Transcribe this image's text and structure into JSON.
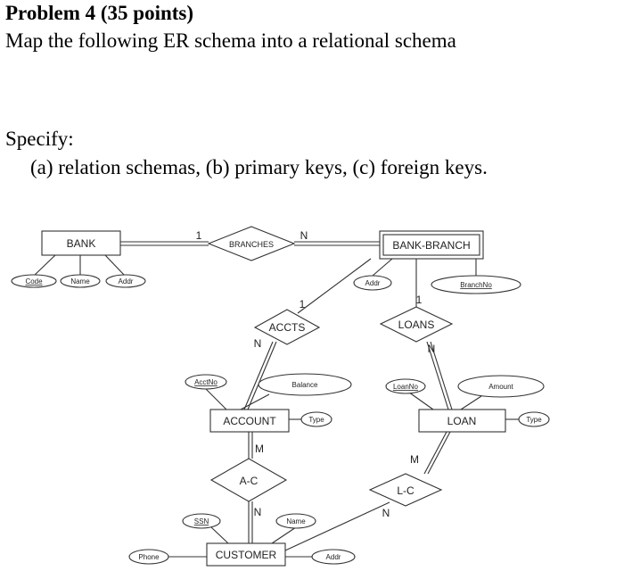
{
  "problem": {
    "title": "Problem 4 (35 points)",
    "subtitle": "Map the following ER schema into a relational schema",
    "specify": "Specify:",
    "items": "(a) relation schemas, (b) primary keys, (c) foreign keys."
  },
  "diagram": {
    "entities": {
      "bank": "BANK",
      "bank_branch": "BANK-BRANCH",
      "account": "ACCOUNT",
      "loan": "LOAN",
      "customer": "CUSTOMER"
    },
    "relationships": {
      "branches": "BRANCHES",
      "accts": "ACCTS",
      "loans": "LOANS",
      "a_c": "A-C",
      "l_c": "L-C"
    },
    "attributes": {
      "bank_code": "Code",
      "bank_name": "Name",
      "bank_addr": "Addr",
      "branch_addr": "Addr",
      "branch_no": "BranchNo",
      "acct_no": "AcctNo",
      "balance": "Balance",
      "account_type": "Type",
      "loan_no": "LoanNo",
      "amount": "Amount",
      "loan_type": "Type",
      "ssn": "SSN",
      "customer_name": "Name",
      "phone": "Phone",
      "customer_addr": "Addr"
    },
    "cardinalities": {
      "bank_branches": "1",
      "branches_branch": "N",
      "branch_accts": "1",
      "accts_account": "N",
      "branch_loans": "1",
      "loans_loan": "N",
      "account_ac": "M",
      "ac_customer": "N",
      "loan_lc": "M",
      "lc_customer": "N"
    }
  }
}
